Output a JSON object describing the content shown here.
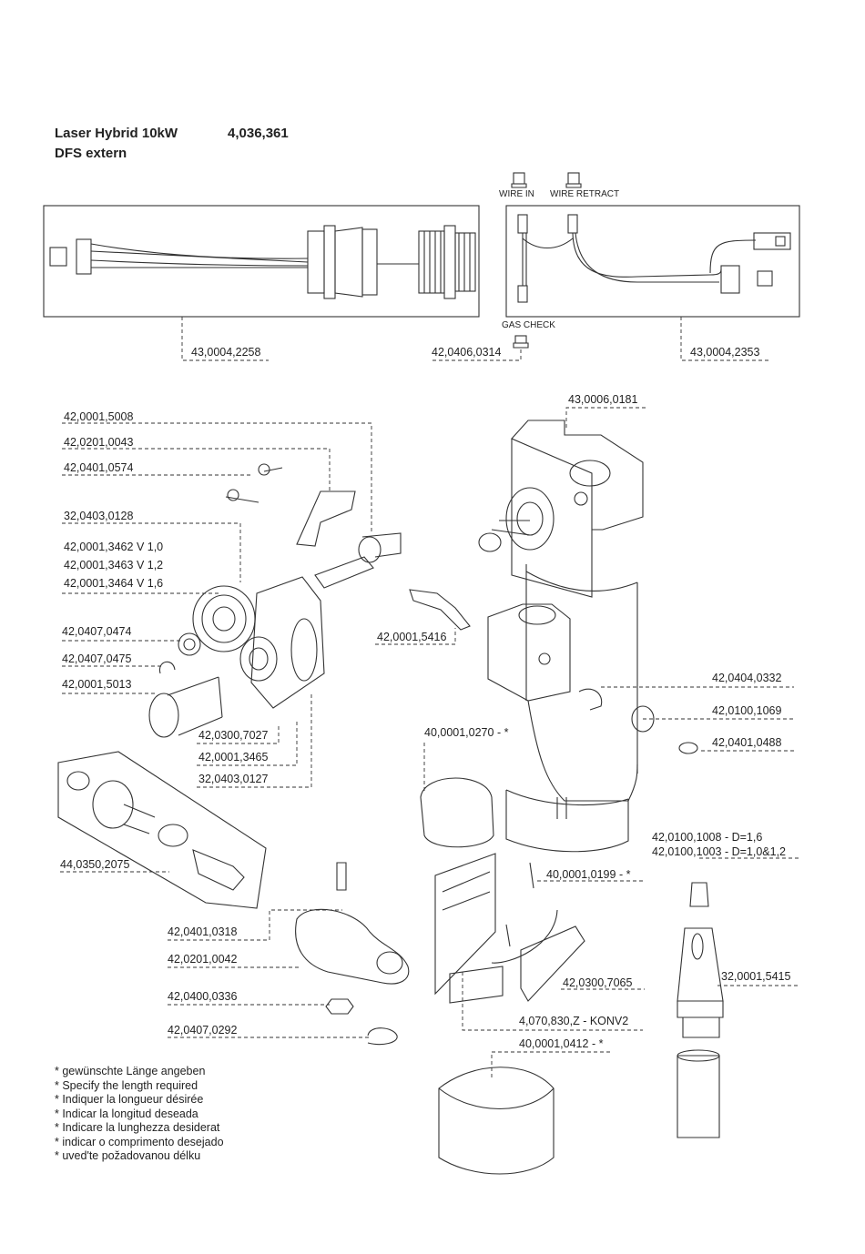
{
  "header": {
    "title_line1": "Laser Hybrid 10kW",
    "part_number": "4,036,361",
    "title_line2": "DFS extern"
  },
  "box_labels": {
    "wire_in": "WIRE IN",
    "wire_retract": "WIRE RETRACT",
    "gas_check": "GAS CHECK"
  },
  "parts": [
    "43,0004,2258",
    "42,0406,0314",
    "43,0004,2353",
    "43,0006,0181",
    "42,0001,5008",
    "42,0201,0043",
    "42,0401,0574",
    "32,0403,0128",
    "42,0001,3462 V 1,0",
    "42,0001,3463 V 1,2",
    "42,0001,3464 V 1,6",
    "42,0407,0474",
    "42,0407,0475",
    "42,0001,5013",
    "42,0001,5416",
    "42,0404,0332",
    "42,0100,1069",
    "42,0401,0488",
    "40,0001,0270 - *",
    "42,0300,7027",
    "42,0001,3465",
    "32,0403,0127",
    "44,0350,2075",
    "42,0100,1008 - D=1,6",
    "42,0100,1003 - D=1,0&1,2",
    "40,0001,0199 - *",
    "42,0401,0318",
    "42,0201,0042",
    "32,0001,5415",
    "42,0300,7065",
    "42,0400,0336",
    "4,070,830,Z - KONV2",
    "42,0407,0292",
    "40,0001,0412 - *"
  ],
  "notes": [
    "* gewünschte Länge angeben",
    "* Specify the length required",
    "* Indiquer la longueur désirée",
    "* Indicar la longitud deseada",
    "* Indicare la lunghezza desiderat",
    "* indicar o comprimento desejado",
    "* uved'te požadovanou délku"
  ]
}
